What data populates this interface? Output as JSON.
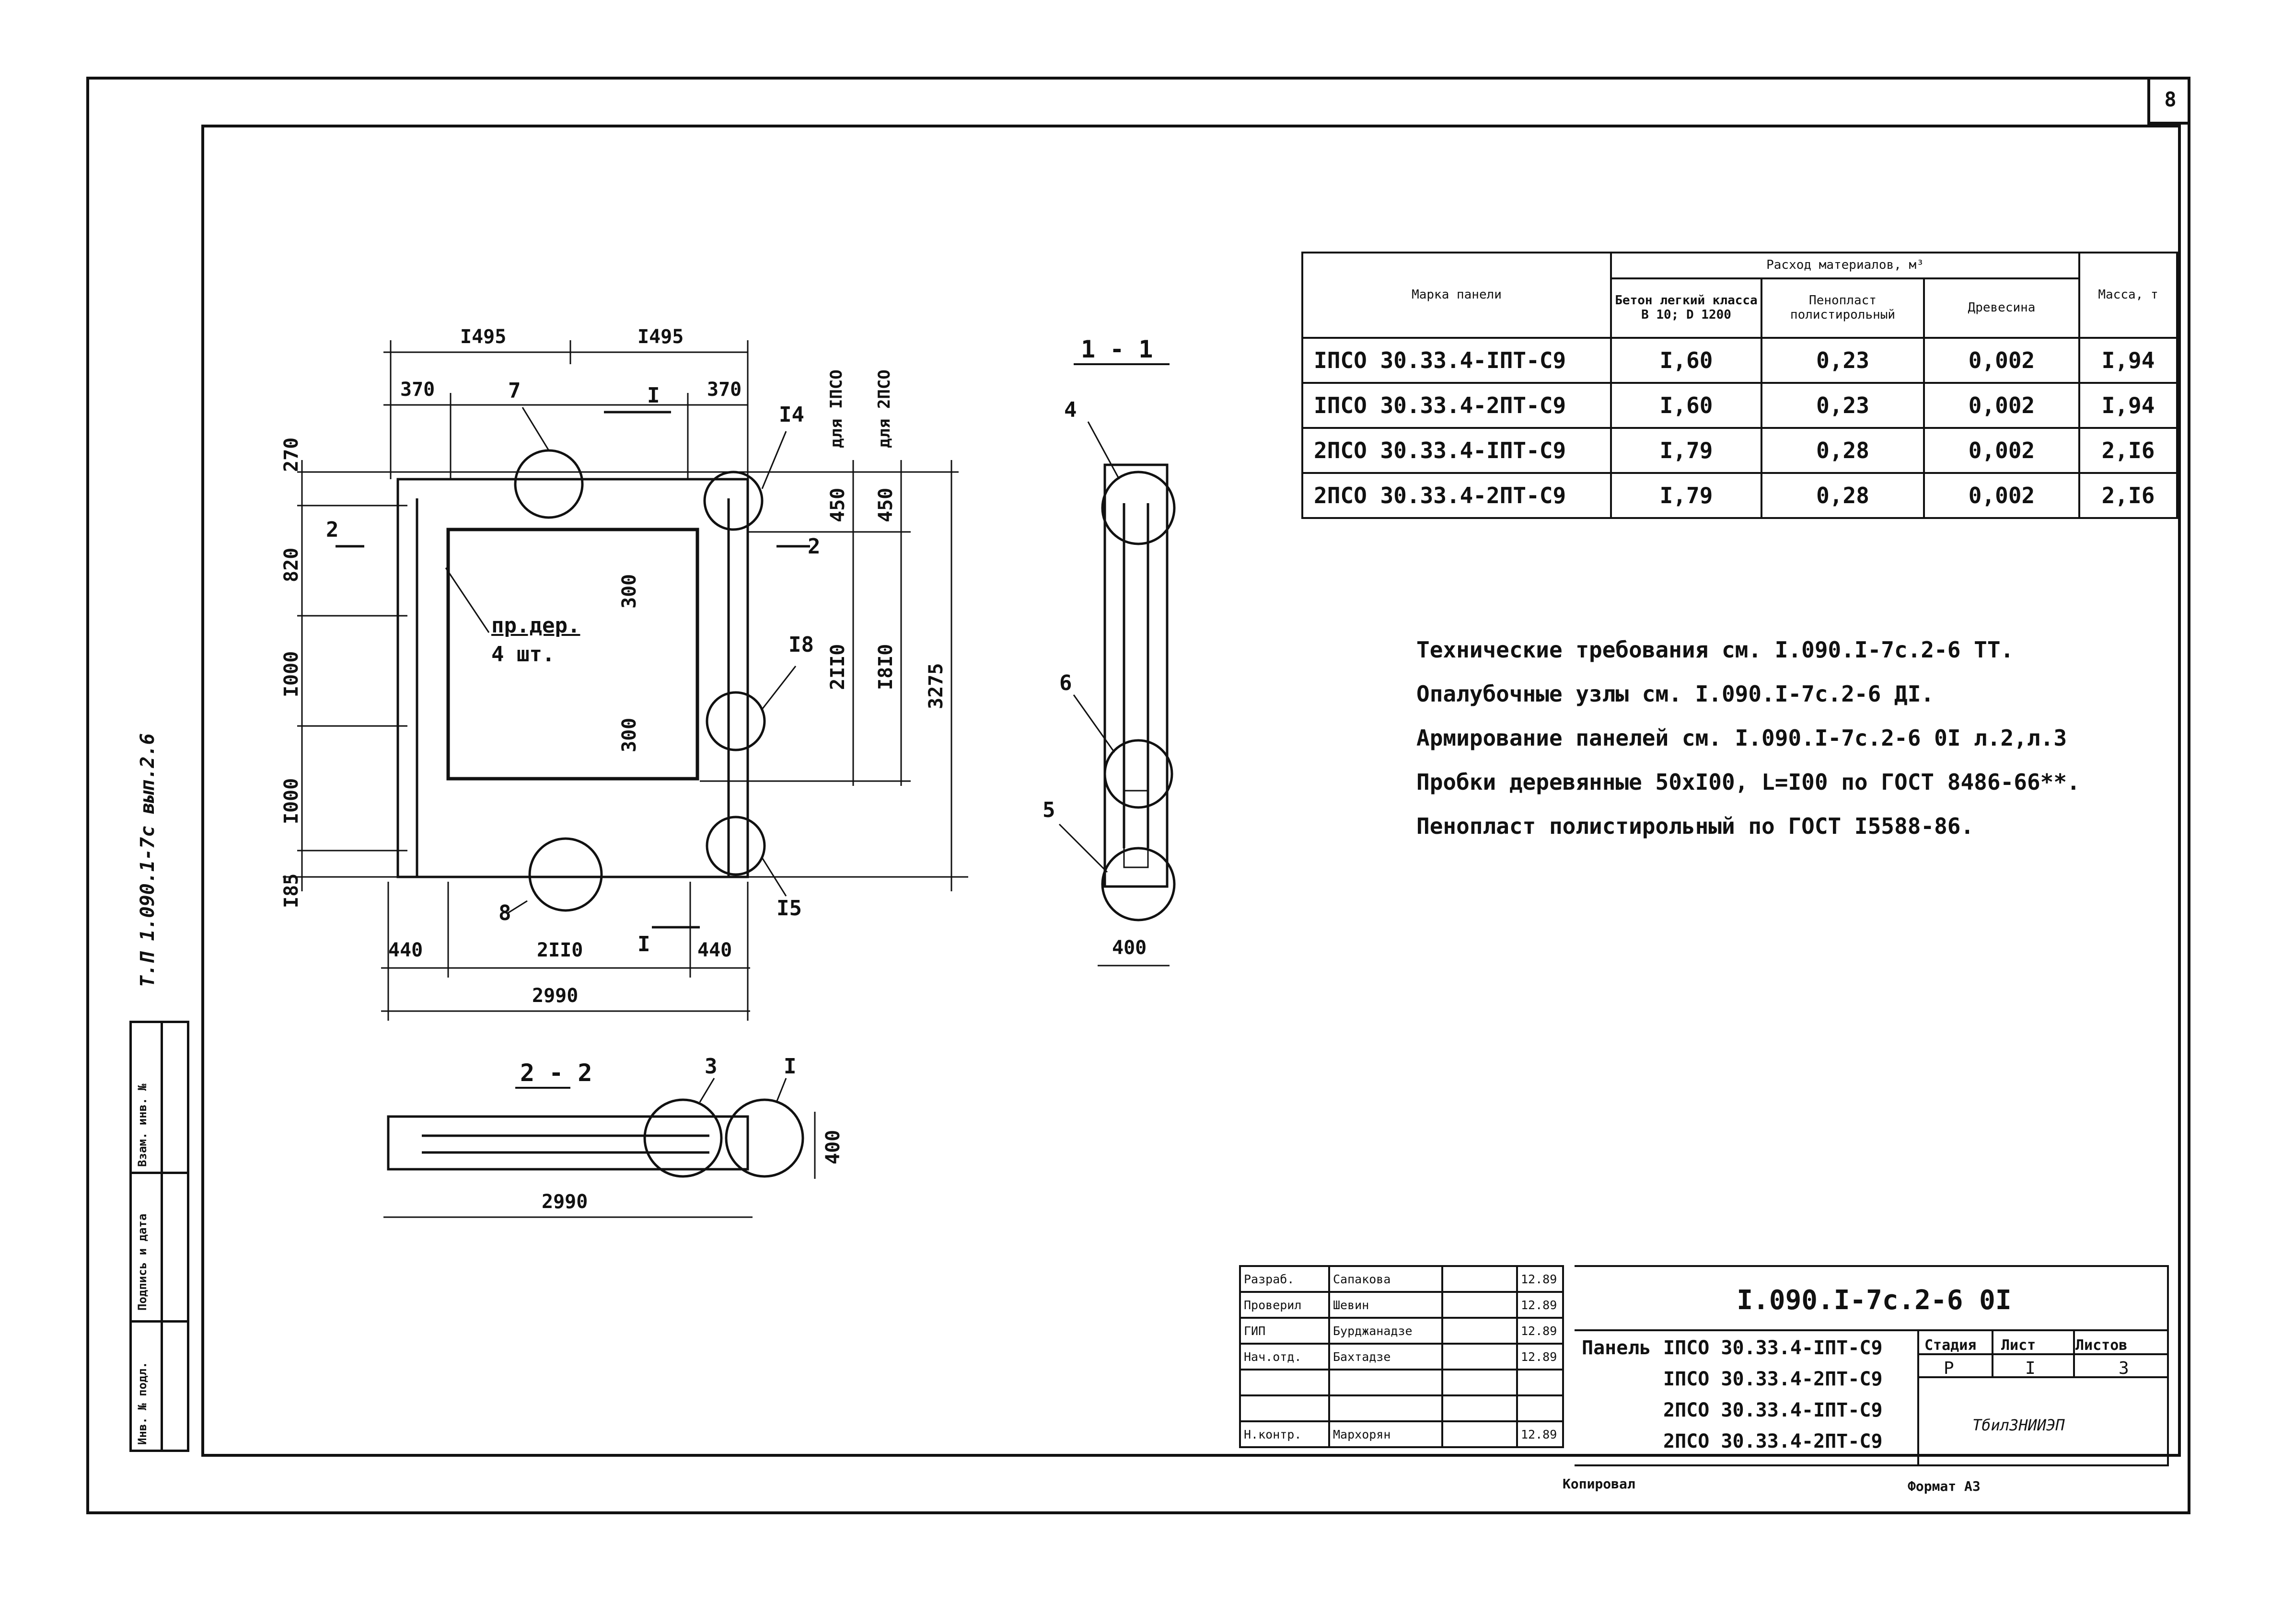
{
  "page_number": "8",
  "side_stamp": "Т.П 1.090.1-7с вып.2.6",
  "side_table": {
    "col1": "Инв. № подл.",
    "col2": "Подпись и дата",
    "col3": "Взам. инв. №"
  },
  "materials_table": {
    "header_mark": "Марка панели",
    "header_group": "Расход материалов, м³",
    "header_concrete": "Бетон легкий класса В 10; D 1200",
    "header_foam": "Пенопласт полистирольный",
    "header_wood": "Древесина",
    "header_mass": "Масса, т",
    "rows": [
      {
        "mark": "IПСО 30.33.4-IПТ-С9",
        "concrete": "I,60",
        "foam": "0,23",
        "wood": "0,002",
        "mass": "I,94"
      },
      {
        "mark": "IПСО 30.33.4-2ПТ-С9",
        "concrete": "I,60",
        "foam": "0,23",
        "wood": "0,002",
        "mass": "I,94"
      },
      {
        "mark": "2ПСО 30.33.4-IПТ-С9",
        "concrete": "I,79",
        "foam": "0,28",
        "wood": "0,002",
        "mass": "2,I6"
      },
      {
        "mark": "2ПСО 30.33.4-2ПТ-С9",
        "concrete": "I,79",
        "foam": "0,28",
        "wood": "0,002",
        "mass": "2,I6"
      }
    ]
  },
  "notes": [
    "Технические требования см. I.090.I-7с.2-6 ТТ.",
    "Опалубочные узлы см. I.090.I-7с.2-6 ДI.",
    "Армирование панелей см. I.090.I-7с.2-6 0I л.2,л.3",
    "Пробки деревянные 50хI00, L=I00 по ГОСТ 8486-66**.",
    "Пенопласт полистирольный по ГОСТ I5588-86."
  ],
  "drawing": {
    "section_1": "1 - 1",
    "section_2": "2 - 2",
    "dims_top": [
      "I495",
      "I495",
      "370",
      "370"
    ],
    "dims_left": [
      "270",
      "820",
      "I000",
      "I000",
      "I85"
    ],
    "dims_right": [
      "450",
      "450",
      "2II0",
      "I8I0",
      "3275"
    ],
    "right_labels": [
      "для IПСО",
      "для 2ПСО"
    ],
    "dims_bottom": [
      "440",
      "2II0",
      "440",
      "2990"
    ],
    "inner_dims": [
      "300",
      "300"
    ],
    "opening_note_1": "пр.дер.",
    "opening_note_2": "4 шт.",
    "callouts_main": [
      "7",
      "I4",
      "I8",
      "I5",
      "8",
      "I",
      "I",
      "2",
      "2"
    ],
    "callouts_section1": [
      "4",
      "6",
      "5"
    ],
    "section1_dim": "400",
    "callouts_section2": [
      "3",
      "I"
    ],
    "section2_dims": [
      "400",
      "2990"
    ]
  },
  "title_block": {
    "doc_code": "I.090.I-7с.2-6 0I",
    "roles": [
      {
        "role": "Разраб.",
        "name": "Сапакова",
        "date": "12.89"
      },
      {
        "role": "Проверил",
        "name": "Шевин",
        "date": "12.89"
      },
      {
        "role": "ГИП",
        "name": "Бурджанадзе",
        "date": "12.89"
      },
      {
        "role": "Нач.отд.",
        "name": "Бахтадзе",
        "date": "12.89"
      },
      {
        "role": "",
        "name": "",
        "date": ""
      },
      {
        "role": "",
        "name": "",
        "date": ""
      },
      {
        "role": "Н.контр.",
        "name": "Мархорян",
        "date": "12.89"
      }
    ],
    "panel_word": "Панель",
    "panel_marks": [
      "IПСО 30.33.4-IПТ-С9",
      "IПСО 30.33.4-2ПТ-С9",
      "2ПСО 30.33.4-IПТ-С9",
      "2ПСО 30.33.4-2ПТ-С9"
    ],
    "stage_label": "Стадия",
    "sheet_label": "Лист",
    "sheets_label": "Листов",
    "stage": "Р",
    "sheet": "I",
    "sheets": "3",
    "org": "ТбилЗНИИЭП"
  },
  "footer": {
    "copied": "Копировал",
    "format": "Формат А3"
  }
}
